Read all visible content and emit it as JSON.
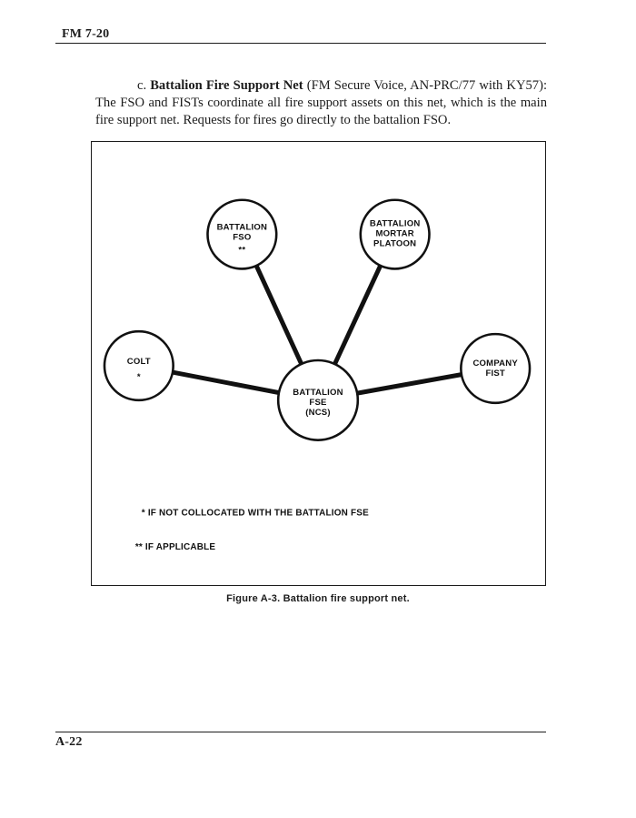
{
  "page": {
    "header": "FM 7-20",
    "footer": "A-22"
  },
  "paragraph": {
    "lead": "c. ",
    "bold_title": "Battalion Fire Support Net",
    "rest": " (FM Secure Voice, AN-PRC/77 with KY57): The FSO and FISTs coordinate all fire support assets on this net, which is the main fire support net. Requests for fires go directly to the battalion FSO."
  },
  "figure": {
    "caption": "Figure A-3.  Battalion fire support net.",
    "legend": [
      "*  IF NOT COLLOCATED WITH THE BATTALION FSE",
      "** IF APPLICABLE"
    ],
    "nodes": {
      "fso": {
        "line1": "BATTALION",
        "line2": "FSO",
        "line3": "**"
      },
      "mortar": {
        "line1": "BATTALION",
        "line2": "MORTAR",
        "line3": "PLATOON"
      },
      "colt": {
        "line1": "COLT",
        "line2": "*"
      },
      "fist": {
        "line1": "COMPANY",
        "line2": "FIST"
      },
      "fse": {
        "line1": "BATTALION",
        "line2": "FSE",
        "line3": "(NCS)"
      }
    }
  }
}
